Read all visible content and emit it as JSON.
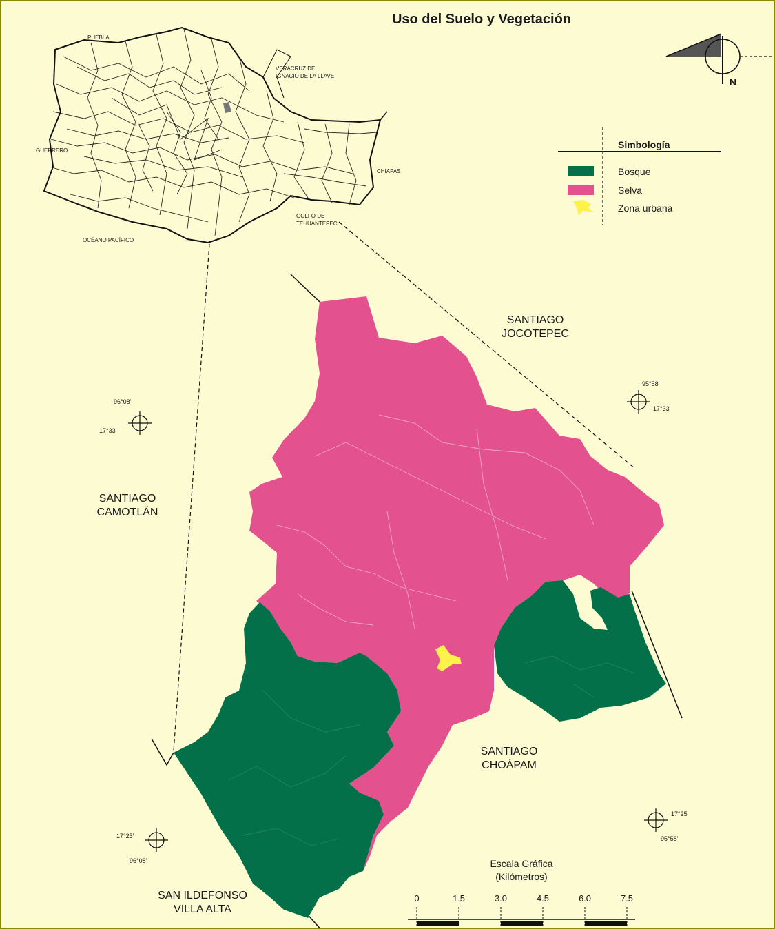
{
  "title": "Uso del Suelo y Vegetación",
  "north_label": "N",
  "legend": {
    "title": "Simbología",
    "items": [
      {
        "label": "Bosque",
        "color": "#037049"
      },
      {
        "label": "Selva",
        "color": "#e3528e"
      },
      {
        "label": "Zona urbana",
        "color": "#fff24a"
      }
    ]
  },
  "inset_labels": {
    "puebla": "PUEBLA",
    "veracruz_1": "VERACRUZ DE",
    "veracruz_2": "IGNACIO DE LA LLAVE",
    "guerrero": "GUERRERO",
    "chiapas": "CHIAPAS",
    "golfo_1": "GOLFO DE",
    "golfo_2": "TEHUANTEPEC",
    "oceano": "OCÉANO PACÍFICO"
  },
  "neighbors": {
    "jocotepec_1": "SANTIAGO",
    "jocotepec_2": "JOCOTEPEC",
    "camotlan_1": "SANTIAGO",
    "camotlan_2": "CAMOTLÁN",
    "choapam_1": "SANTIAGO",
    "choapam_2": "CHOÁPAM",
    "ildefonso_1": "SAN ILDEFONSO",
    "ildefonso_2": "VILLA ALTA"
  },
  "coordinates": {
    "nw_lon": "96°08'",
    "nw_lat": "17°33'",
    "ne_lon": "95°58'",
    "ne_lat": "17°33'",
    "sw_lat": "17°25'",
    "sw_lon": "96°08'",
    "se_lat": "17°25'",
    "se_lon": "95°58'"
  },
  "scale": {
    "title": "Escala Gráfica",
    "unit": "(Kilómetros)",
    "ticks": [
      "0",
      "1.5",
      "3.0",
      "4.5",
      "6.0",
      "7.5"
    ]
  },
  "colors": {
    "background": "#fdfbd2",
    "frame": "#8a8a00",
    "bosque": "#037049",
    "selva": "#e3528e",
    "urbana": "#fff24a"
  }
}
